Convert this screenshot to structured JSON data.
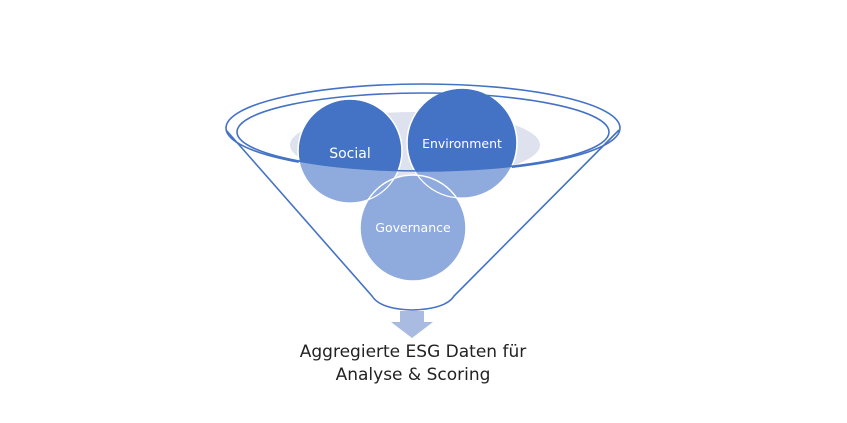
{
  "diagram": {
    "circles": {
      "social": "Social",
      "environment": "Environment",
      "governance": "Governance"
    },
    "caption": {
      "line1": "Aggregierte ESG Daten für",
      "line2": "Analyse & Scoring"
    },
    "colors": {
      "dark": "#4472c4",
      "light": "#8faadc",
      "outline": "#4472c4",
      "back_ellipse": "#dde2ee"
    }
  }
}
